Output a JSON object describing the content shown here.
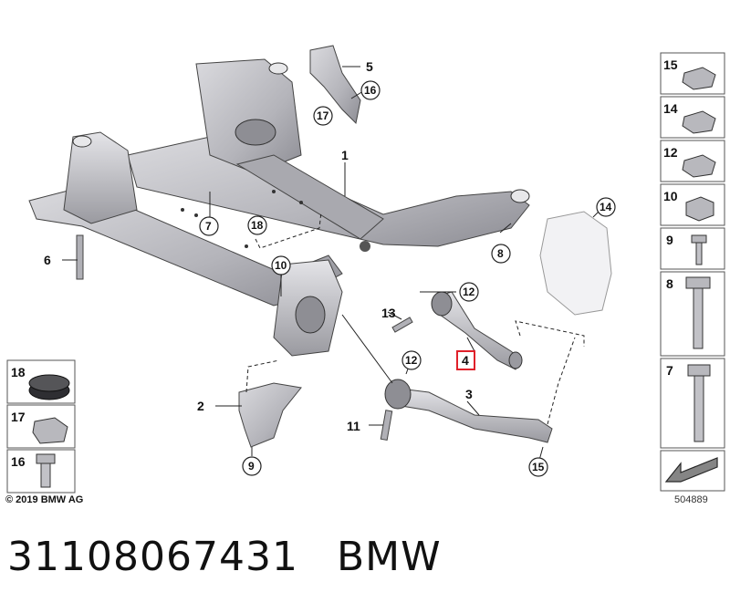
{
  "part_number": "31108067431",
  "brand": "BMW",
  "copyright": "© 2019 BMW AG",
  "diagram_ref": "504889",
  "callouts": {
    "c1": "1",
    "c2": "2",
    "c3": "3",
    "c4": "4",
    "c5": "5",
    "c6": "6",
    "c7": "7",
    "c8": "8",
    "c9": "9",
    "c10": "10",
    "c11": "11",
    "c12a": "12",
    "c12b": "12",
    "c13": "13",
    "c14": "14",
    "c15": "15",
    "c16": "16",
    "c17": "17",
    "c18": "18"
  },
  "right_column": [
    "15",
    "14",
    "12",
    "10",
    "9",
    "8",
    "7"
  ],
  "left_column": [
    "18",
    "17",
    "16"
  ],
  "colors": {
    "highlight": "#e0202a",
    "part_fill": "#c8c8cc",
    "part_dark": "#8e8e94"
  }
}
